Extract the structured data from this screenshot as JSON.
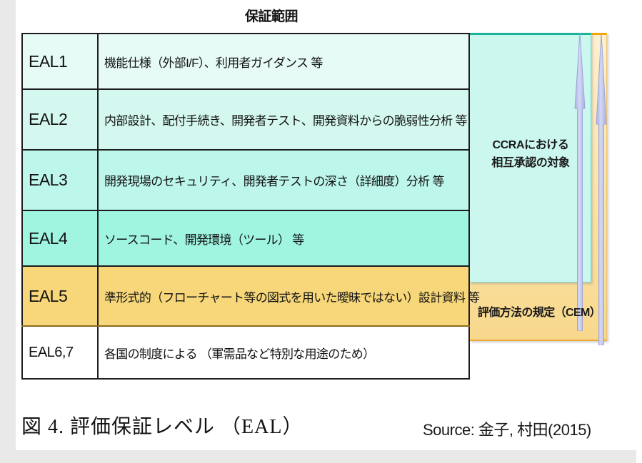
{
  "diagram": {
    "scope_title": "保証範囲",
    "table": {
      "rows": [
        {
          "level": "EAL1",
          "description": "機能仕様（外部I/F）、利用者ガイダンス 等"
        },
        {
          "level": "EAL2",
          "description": "内部設計、配付手続き、開発者テスト、開発資料からの脆弱性分析 等"
        },
        {
          "level": "EAL3",
          "description": "開発現場のセキュリティ、開発者テストの深さ（詳細度）分析 等"
        },
        {
          "level": "EAL4",
          "description": "ソースコード、開発環境（ツール） 等"
        },
        {
          "level": "EAL5",
          "description": "準形式的（フローチャート等の図式を用いた曖昧ではない）設計資料 等"
        },
        {
          "level": "EAL6,7",
          "description": "各国の制度による （軍需品など特別な用途のため）"
        }
      ]
    },
    "side_panels": {
      "ccra": "CCRAにおける\n相互承認の対象",
      "ccra_line1": "CCRAにおける",
      "ccra_line2": "相互承認の対象",
      "cem": "評価方法の規定（CEM）"
    },
    "arrows": {
      "count": 2,
      "direction": "up",
      "color": "#b9bfe8"
    },
    "colors": {
      "row1": "#e6fbf6",
      "row2": "#d4f8ef",
      "row3": "#bdf6ea",
      "row4": "#9ff5e0",
      "row5": "#f7d77a",
      "row6": "#ffffff",
      "ccra_fill": "#ccf7ef",
      "ccra_border": "#18b59b",
      "cem_fill": "#fbe3a8",
      "cem_border": "#f5a800",
      "table_border": "#1d1d1d"
    }
  },
  "caption": {
    "figure_title": "図 4. 評価保証レベル （EAL）",
    "source": "Source: 金子, 村田(2015)"
  }
}
